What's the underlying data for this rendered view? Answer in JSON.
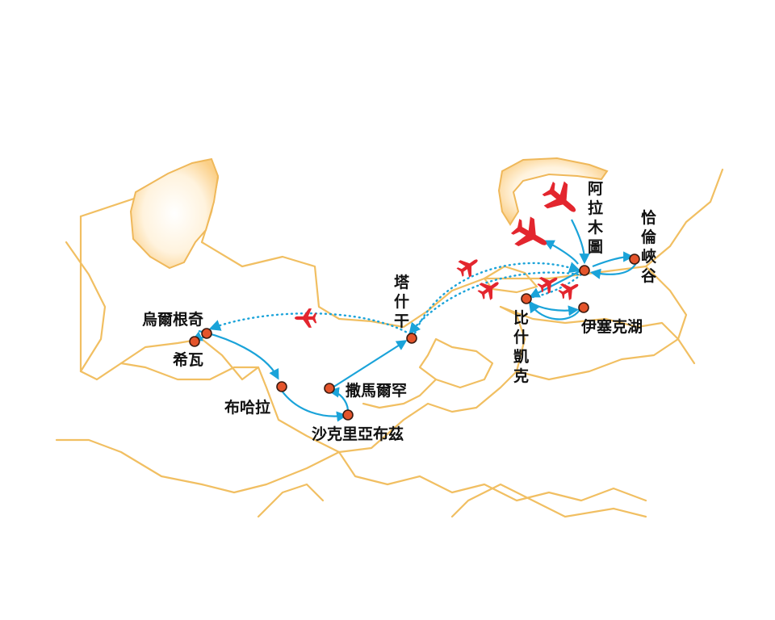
{
  "colors": {
    "border": "#f1bf62",
    "region_fill": "#fde7c2",
    "route": "#1aa3d9",
    "city_dot": "#e4542b",
    "plane": "#e3262e",
    "label": "#111111"
  },
  "icons": {
    "plane": "plane-icon",
    "city": "city-dot"
  },
  "cities": {
    "urgench": "烏爾根奇",
    "khiva": "希瓦",
    "bukhara": "布哈拉",
    "shakhrisabz": "沙克里亞布茲",
    "samarkand": "撒馬爾罕",
    "tashkent": [
      "塔",
      "什",
      "干"
    ],
    "almaty": [
      "阿",
      "拉",
      "木",
      "圖"
    ],
    "charyn": [
      "恰",
      "倫",
      "峽",
      "谷"
    ],
    "bishkek": [
      "比",
      "什",
      "凱",
      "克"
    ],
    "issyk_kul": "伊塞克湖"
  }
}
